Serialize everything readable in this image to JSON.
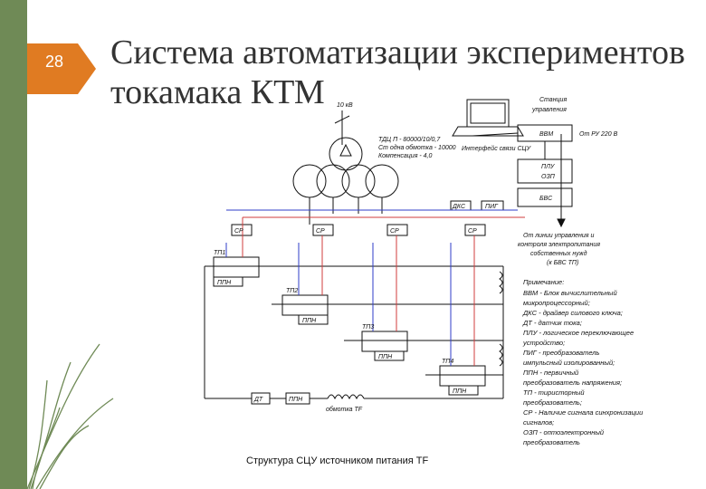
{
  "slide": {
    "number": "28",
    "title_line1": "Система автоматизации экспериментов",
    "title_line2": "токамака КТМ",
    "caption": "Структура СЦУ источником питания TF"
  },
  "diagram": {
    "voltage": "10 кВ",
    "control_station": [
      "Станция",
      "управления"
    ],
    "computer": "ВВМ",
    "ru_label": "От РУ 220 В",
    "transformer_note": [
      "ТДЦ П - 80000/10/0,7",
      "Ст одна обмотка - 10000",
      "Компенсация - 4,0"
    ],
    "info_note": "Интерфейс связи СЦУ",
    "plu": "ПЛУ",
    "osp": "ОЗП",
    "bvs": "БВС",
    "dks": "ДКС",
    "pig": "ПИГ",
    "sr": "СР",
    "tp1": "ТП1",
    "tp2": "ТП2",
    "tp3": "ТП3",
    "tp4": "ТП4",
    "ppn": "ППН",
    "dt": "ДТ",
    "tf": "обмотка TF",
    "control_note": [
      "От линии управления и",
      "контроля электропитания",
      "собственных нужд",
      "(к БВС ТП)"
    ],
    "notes_title": "Примечание:",
    "notes": [
      "ВВМ - Блок вычислительный",
      "микропроцессорный;",
      "ДКС - драйвер силового ключа;",
      "ДТ - датчик тока;",
      "ПЛУ - логическое переключающее",
      "устройство;",
      "ПИГ - преобразователь",
      "импульсный изолированный;",
      "ППН - первичный",
      "преобразователь напряжения;",
      "ТП - тиристорный",
      "преобразователь;",
      "СР - Наличие сигнала синхронизации",
      "сигналов;",
      "ОЗП - оптоэлектронный",
      "преобразователь"
    ]
  },
  "colors": {
    "accent_green": "#6f8a56",
    "badge_orange": "#e07b22",
    "wire_red": "#d23c3c",
    "wire_blue": "#2f3ec8"
  }
}
